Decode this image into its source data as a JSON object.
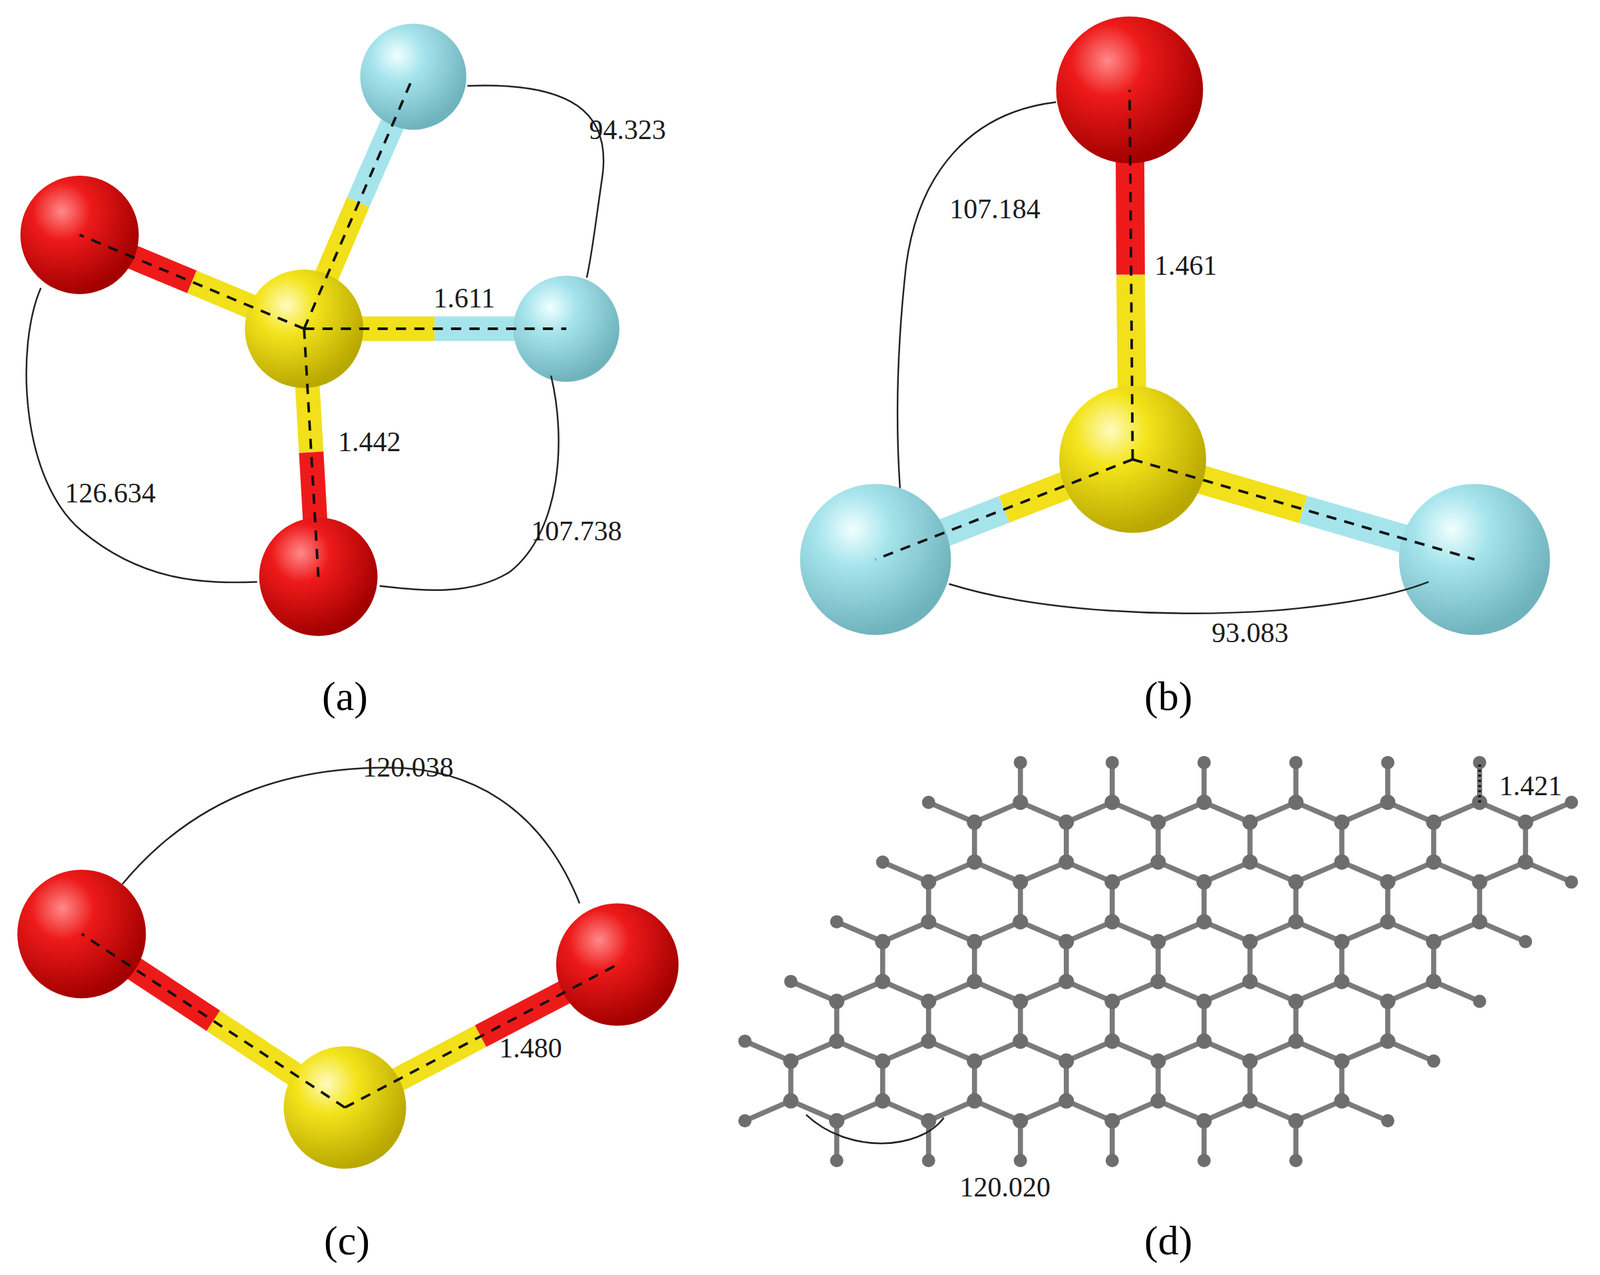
{
  "diagram": {
    "labels": [
      "94.323",
      "1.611",
      "1.442",
      "126.634",
      "107.738",
      "(a)",
      "107.184",
      "1.461",
      "93.083",
      "(b)",
      "120.038",
      "1.480",
      "(c)",
      "1.421",
      "120.020",
      "(d)"
    ]
  }
}
